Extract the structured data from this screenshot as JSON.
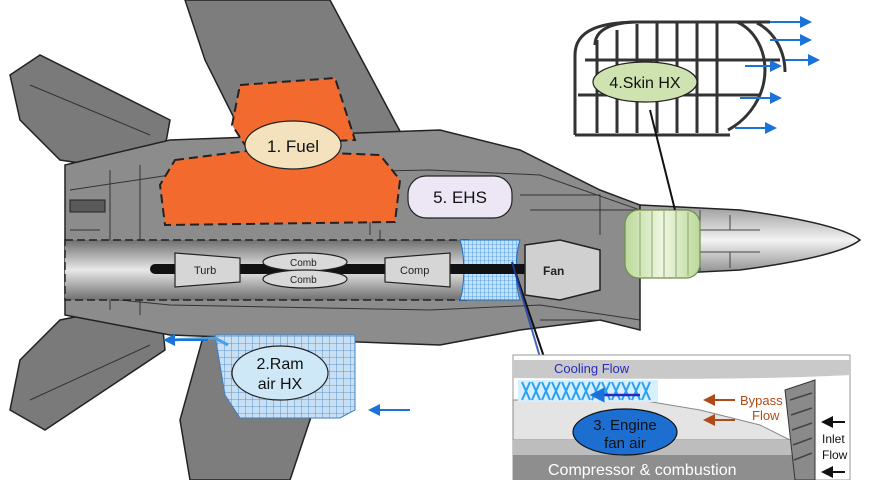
{
  "labels": {
    "fuel": "1. Fuel",
    "ram_air_line1": "2.Ram",
    "ram_air_line2": "air HX",
    "engine_fan_line1": "3. Engine",
    "engine_fan_line2": "fan air",
    "skin_hx": "4.Skin HX",
    "ehs": "5. EHS"
  },
  "engine": {
    "turb": "Turb",
    "comb_top": "Comb",
    "comb_bottom": "Comb",
    "comp": "Comp",
    "fan": "Fan"
  },
  "inset": {
    "cooling_flow": "Cooling Flow",
    "bypass_line1": "Bypass",
    "bypass_line2": "Flow",
    "inlet_line1": "Inlet",
    "inlet_line2": "Flow",
    "compressor": "Compressor & combustion"
  },
  "colors": {
    "body": "#8c8c8c",
    "body_dark": "#6a6a6a",
    "fuel": "#f26a2e",
    "ram_air": "#c8dff2",
    "skin_hx": "#cfe3b0",
    "ehs": "#ece6f5",
    "arrow_blue": "#1a73d9",
    "arrow_brown": "#b04a18",
    "engine_fan": "#1c6fd1"
  }
}
